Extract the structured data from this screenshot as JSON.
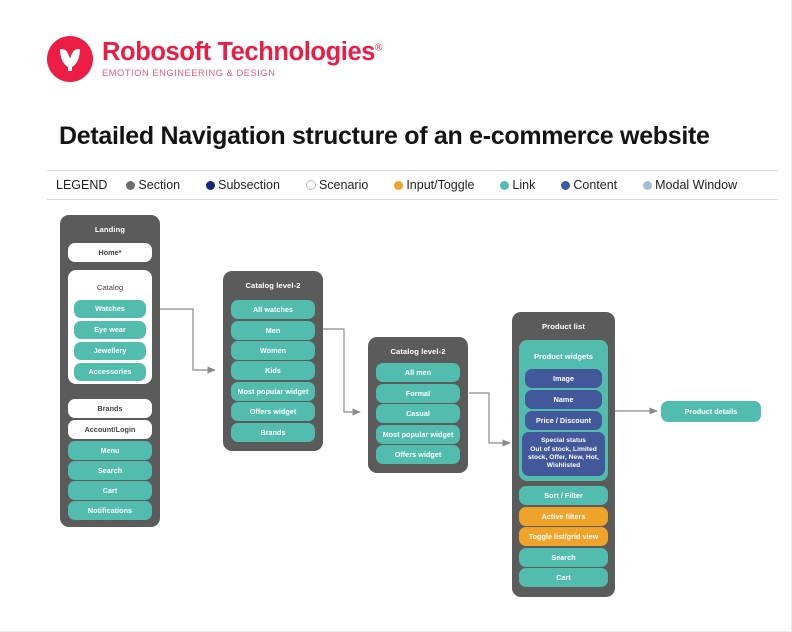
{
  "brand": {
    "name": "Robosoft Technologies",
    "registered": "®",
    "tagline": "EMOTION ENGINEERING & DESIGN",
    "color": "#ec1c45"
  },
  "title": "Detailed Navigation structure of an e-commerce website",
  "legend": {
    "label": "LEGEND",
    "items": [
      {
        "label": "Section",
        "color": "#6d6d6d"
      },
      {
        "label": "Subsection",
        "color": "#17267a"
      },
      {
        "label": "Scenario",
        "color": "#ffffff"
      },
      {
        "label": "Input/Toggle",
        "color": "#f0a32a"
      },
      {
        "label": "Link",
        "color": "#52bdae"
      },
      {
        "label": "Content",
        "color": "#3a5ba0"
      },
      {
        "label": "Modal Window",
        "color": "#a8bcd9"
      }
    ]
  },
  "diagram": {
    "columns": [
      {
        "id": "landing",
        "title": "Landing",
        "nodes": [
          {
            "label": "Home*",
            "type": "section"
          },
          {
            "label": "Brands",
            "type": "section"
          },
          {
            "label": "Account/Login",
            "type": "section"
          },
          {
            "label": "Menu",
            "type": "link"
          },
          {
            "label": "Search",
            "type": "link"
          },
          {
            "label": "Cart",
            "type": "link"
          },
          {
            "label": "Notifications",
            "type": "link"
          }
        ],
        "group": {
          "title": "Catalog",
          "children": [
            {
              "label": "Watches",
              "type": "link"
            },
            {
              "label": "Eye wear",
              "type": "link"
            },
            {
              "label": "Jewellery",
              "type": "link"
            },
            {
              "label": "Accessories",
              "type": "link"
            }
          ]
        }
      },
      {
        "id": "catalog-level-2-a",
        "title": "Catalog level-2",
        "nodes": [
          {
            "label": "All watches",
            "type": "link"
          },
          {
            "label": "Men",
            "type": "link"
          },
          {
            "label": "Women",
            "type": "link"
          },
          {
            "label": "Kids",
            "type": "link"
          },
          {
            "label": "Most popular widget",
            "type": "link"
          },
          {
            "label": "Offers widget",
            "type": "link"
          },
          {
            "label": "Brands",
            "type": "link"
          }
        ]
      },
      {
        "id": "catalog-level-2-b",
        "title": "Catalog level-2",
        "nodes": [
          {
            "label": "All men",
            "type": "link"
          },
          {
            "label": "Formal",
            "type": "link"
          },
          {
            "label": "Casual",
            "type": "link"
          },
          {
            "label": "Most popular widget",
            "type": "link"
          },
          {
            "label": "Offers widget",
            "type": "link"
          }
        ]
      },
      {
        "id": "product-list",
        "title": "Product list",
        "group": {
          "title": "Product widgets",
          "children": [
            {
              "label": "Image",
              "type": "content"
            },
            {
              "label": "Name",
              "type": "content"
            },
            {
              "label": "Price / Discount",
              "type": "content"
            },
            {
              "label": "Special status\nOut of stock, Limited stock, Offer, New, Hot, Wishlisted",
              "type": "content"
            }
          ]
        },
        "nodes": [
          {
            "label": "Sort / Filter",
            "type": "link"
          },
          {
            "label": "Active filters",
            "type": "input"
          },
          {
            "label": "Toggle list/grid view",
            "type": "input"
          },
          {
            "label": "Search",
            "type": "link"
          },
          {
            "label": "Cart",
            "type": "link"
          }
        ]
      }
    ],
    "terminal": {
      "label": "Product details",
      "type": "link"
    }
  }
}
